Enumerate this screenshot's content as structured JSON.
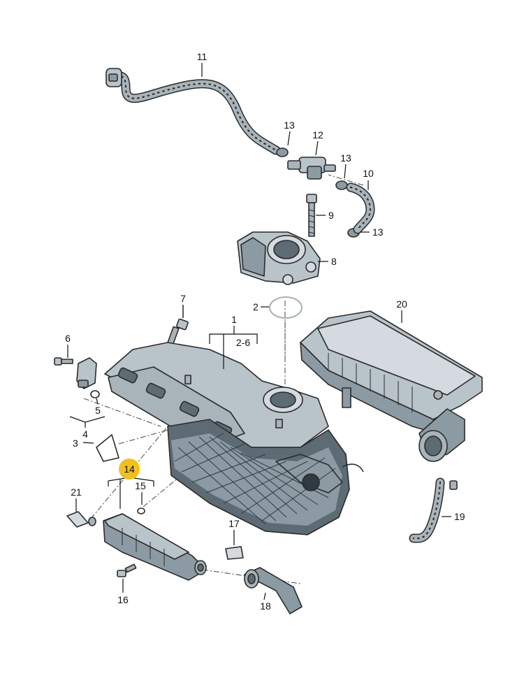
{
  "callouts": {
    "c1": "1",
    "c2": "2",
    "c2_6": "2-6",
    "c3": "3",
    "c4": "4",
    "c5": "5",
    "c6": "6",
    "c7": "7",
    "c8": "8",
    "c9": "9",
    "c10": "10",
    "c11": "11",
    "c12": "12",
    "c13a": "13",
    "c13b": "13",
    "c13c": "13",
    "c14": "14",
    "c15": "15",
    "c16": "16",
    "c17": "17",
    "c18": "18",
    "c19": "19",
    "c20": "20",
    "c21": "21"
  },
  "colors": {
    "part_fill": "#b8c3ca",
    "part_shade": "#8c9aa3",
    "part_dark": "#5d6b74",
    "highlight_badge": "#f2c01e",
    "line": "#2b2b2b"
  }
}
